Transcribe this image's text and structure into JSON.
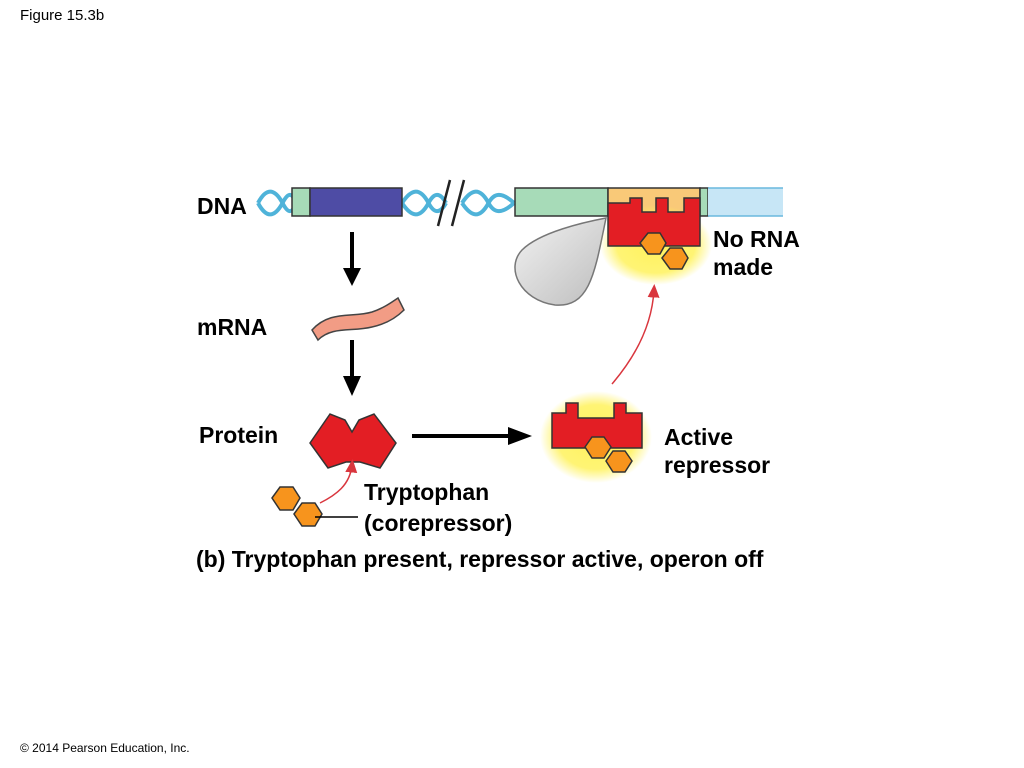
{
  "figure_label": "Figure 15.3b",
  "copyright": "© 2014 Pearson Education, Inc.",
  "labels": {
    "dna": "DNA",
    "mrna": "mRNA",
    "protein": "Protein",
    "no_rna_line1": "No RNA",
    "no_rna_line2": "made",
    "active_line1": "Active",
    "active_line2": "repressor",
    "tryptophan_line1": "Tryptophan",
    "tryptophan_line2": "(corepressor)"
  },
  "caption": "(b) Tryptophan present, repressor active, operon off",
  "colors": {
    "helix": "#4fb3d9",
    "gene_box": "#4e4ca5",
    "green_box": "#a7dbb8",
    "operator": "#f9c978",
    "light_blue": "#c7e6f6",
    "repressor": "#e31e24",
    "tryptophan": "#f7941d",
    "mrna": "#f29c85",
    "glow": "#fff25c",
    "arrow_red": "#d9363e",
    "polymerase": "#e6e6e6"
  }
}
